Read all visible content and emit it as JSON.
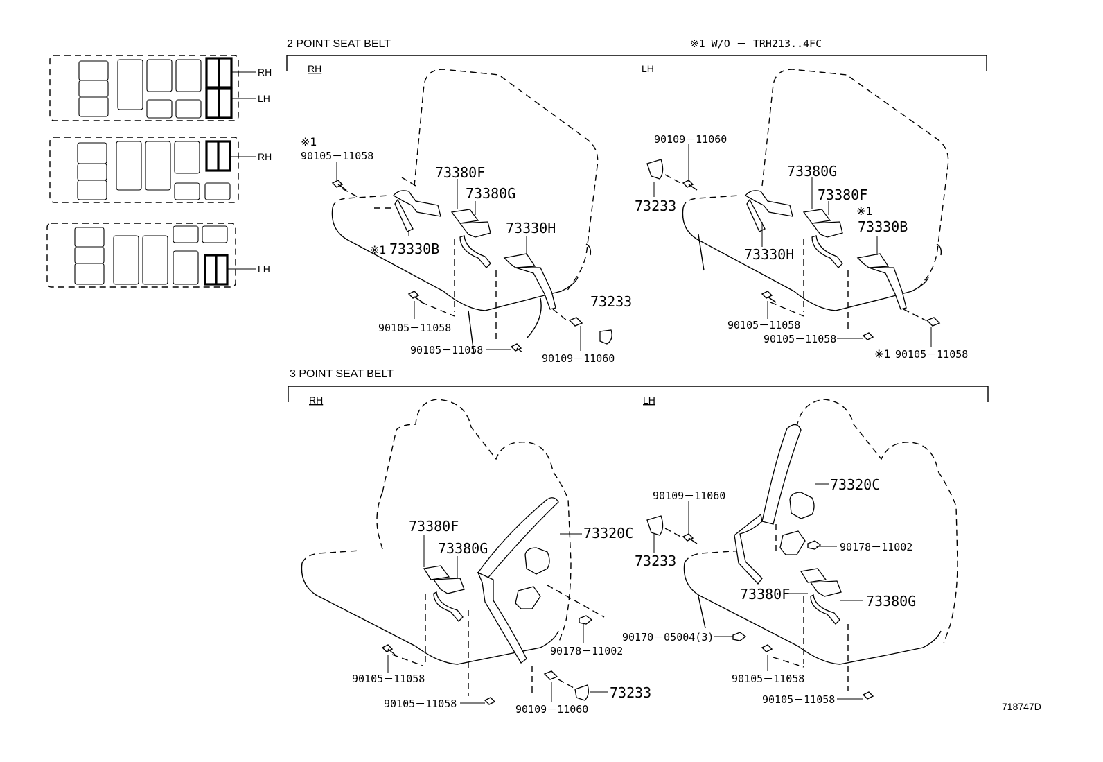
{
  "sections": {
    "two_point": {
      "title": "2 POINT SEAT BELT",
      "note": "※1  W/O － TRH213..4FC",
      "rh": "RH",
      "lh": "LH"
    },
    "three_point": {
      "title": "3 POINT SEAT BELT",
      "rh": "RH",
      "lh": "LH"
    }
  },
  "legend": {
    "rh": "RH",
    "lh": "LH"
  },
  "mark": "※1",
  "callouts": {
    "p1": "90105－11058",
    "p2": "73380F",
    "p3": "73380G",
    "p4": "73330H",
    "p5": "73330B",
    "p6": "90105－11058",
    "p7": "90105－11058",
    "p8": "73233",
    "p9": "90109－11060",
    "q1": "90109－11060",
    "q2": "73233",
    "q3": "73380G",
    "q4": "73380F",
    "q5": "73330B",
    "q6": "73330H",
    "q7": "90105－11058",
    "q8": "90105－11058",
    "q9": "90105－11058",
    "r1": "73380F",
    "r2": "73380G",
    "r3": "73320C",
    "r4": "90178－11002",
    "r5": "90105－11058",
    "r6": "90105－11058",
    "r7": "90109－11060",
    "r8": "73233",
    "s1": "90109－11060",
    "s2": "73233",
    "s3": "73320C",
    "s4": "90178－11002",
    "s5": "73380F",
    "s6": "73380G",
    "s7": "90170－05004(3)",
    "s8": "90105－11058",
    "s9": "90105－11058"
  },
  "diagram_id": "718747D"
}
